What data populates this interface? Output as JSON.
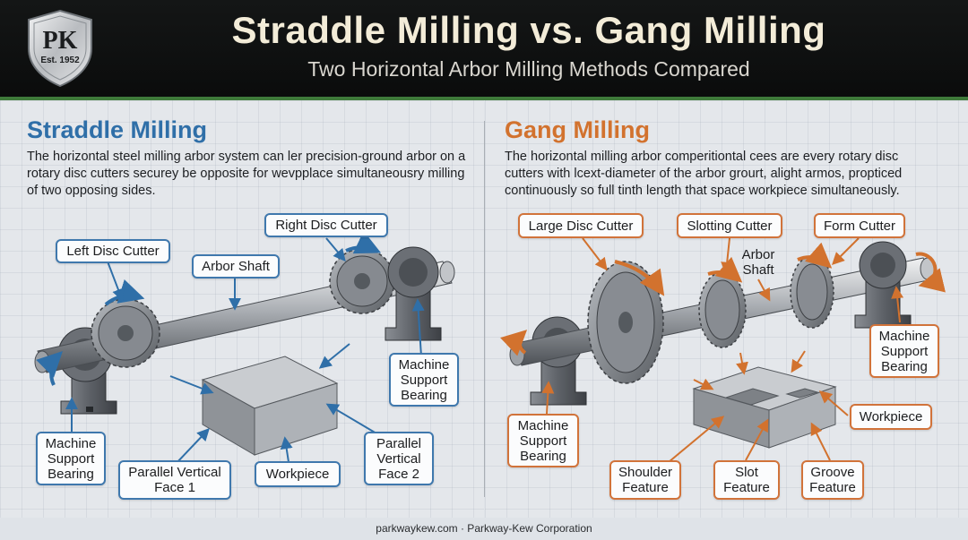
{
  "header": {
    "title": "Straddle Milling vs. Gang Milling",
    "subtitle": "Two Horizontal Arbor Milling Methods Compared",
    "logo_text": "PK",
    "logo_est": "Est. 1952"
  },
  "colors": {
    "header_bg": "#0e1010",
    "accent_green": "#3f7a3a",
    "straddle_blue": "#2f6fa8",
    "gang_orange": "#d2722e"
  },
  "straddle": {
    "title": "Straddle Milling",
    "description": "The horizontal steel milling arbor system can ler precision-ground arbor on a rotary disc cutters securey be opposite for wevpplace simultaneousry milling of two opposing sides.",
    "labels": {
      "left_disc_cutter": "Left Disc Cutter",
      "right_disc_cutter": "Right Disc Cutter",
      "arbor_shaft": "Arbor Shaft",
      "machine_support_bearing_right": "Machine Support Bearing",
      "machine_support_bearing_left": "Machine Support Bearing",
      "parallel_vertical_face_1": "Parallel Vertical Face 1",
      "workpiece": "Workpiece",
      "parallel_vertical_face_2": "Parallel Vertical Face 2"
    }
  },
  "gang": {
    "title": "Gang Milling",
    "description": "The horizontal milling arbor comperitiontal cees are every rotary disc cutters with lcext-diameter of the arbor grourt, alight armos, propticed continuously so full tinth length that space workpiece simultaneously.",
    "labels": {
      "large_disc_cutter": "Large Disc Cutter",
      "slotting_cutter": "Slotting Cutter",
      "form_cutter": "Form Cutter",
      "arbor_shaft": "Arbor Shaft",
      "machine_support_bearing_right": "Machine Support Bearing",
      "machine_support_bearing_left": "Machine Support Bearing",
      "workpiece": "Workpiece",
      "shoulder_feature": "Shoulder Feature",
      "slot_feature": "Slot Feature",
      "groove_feature": "Groove Feature"
    }
  },
  "footer": {
    "text": "parkwaykew.com · Parkway-Kew Corporation"
  }
}
